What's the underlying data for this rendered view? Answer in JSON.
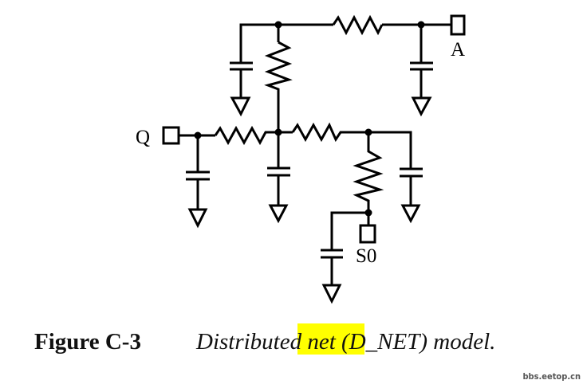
{
  "diagram": {
    "ports": {
      "q": "Q",
      "a": "A",
      "s0": "S0"
    }
  },
  "caption": {
    "figure_label": "Figure C-3",
    "text_before": "Distributed net (",
    "highlight": "D_NET",
    "text_after": ") model.",
    "highlight_color": "#ffff00"
  },
  "watermark": "bbs.eetop.cn"
}
